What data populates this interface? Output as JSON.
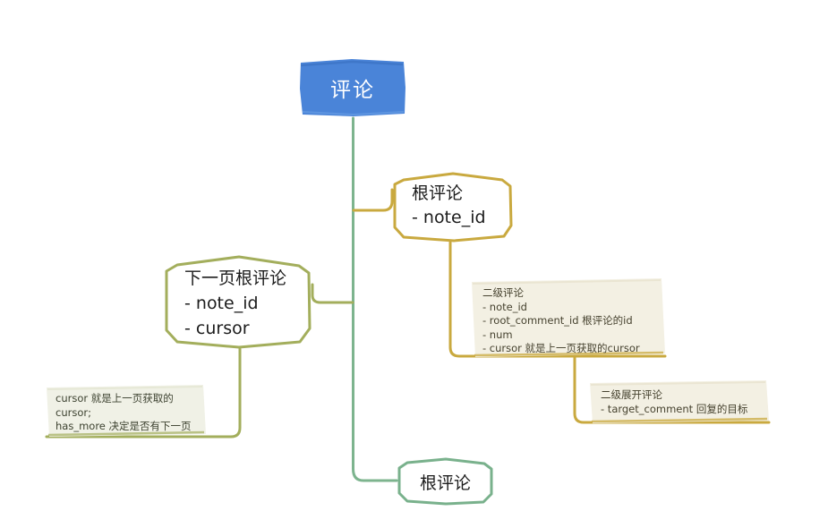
{
  "diagram": {
    "title_node": {
      "label": "评论",
      "fill": "#4a84d8",
      "text_color": "#ffffff"
    },
    "nodes": [
      {
        "id": "gen-root",
        "lines": "根评论\n- note_id",
        "stroke": "#c9a93f"
      },
      {
        "id": "next-page",
        "lines": "下一页根评论\n- note_id\n- cursor",
        "stroke": "#a3ae5c"
      },
      {
        "id": "root-comment-bottom",
        "lines": "根评论",
        "stroke": "#79b18c"
      }
    ],
    "notes": [
      {
        "id": "secondary",
        "text": "二级评论\n- note_id\n- root_comment_id 根评论的id\n- num\n- cursor 就是上一页获取的cursor",
        "fill": "#f3f0e3",
        "accent": "#c9a93f"
      },
      {
        "id": "secondary-expand",
        "text": "二级展开评论\n- target_comment 回复的目标",
        "fill": "#f3f0e3",
        "accent": "#c9a93f"
      },
      {
        "id": "cursor",
        "text": "cursor 就是上一页获取的\ncursor;\nhas_more 决定是否有下一页",
        "fill": "#f0f1e6",
        "accent": "#a3ae5c"
      }
    ],
    "edges": [
      {
        "id": "root-to-trunk",
        "color": "#7db48e"
      },
      {
        "id": "trunk-to-gen-root",
        "color": "#c9a93f"
      },
      {
        "id": "trunk-to-next-page",
        "color": "#a3ae5c"
      },
      {
        "id": "trunk-to-root-comment-bottom",
        "color": "#7db48e"
      },
      {
        "id": "gen-root-to-secondary",
        "color": "#c9a93f"
      },
      {
        "id": "secondary-to-secondary-expand",
        "color": "#c9a93f"
      },
      {
        "id": "next-page-to-cursor-note",
        "color": "#a3ae5c"
      }
    ],
    "background": "#ffffff"
  }
}
